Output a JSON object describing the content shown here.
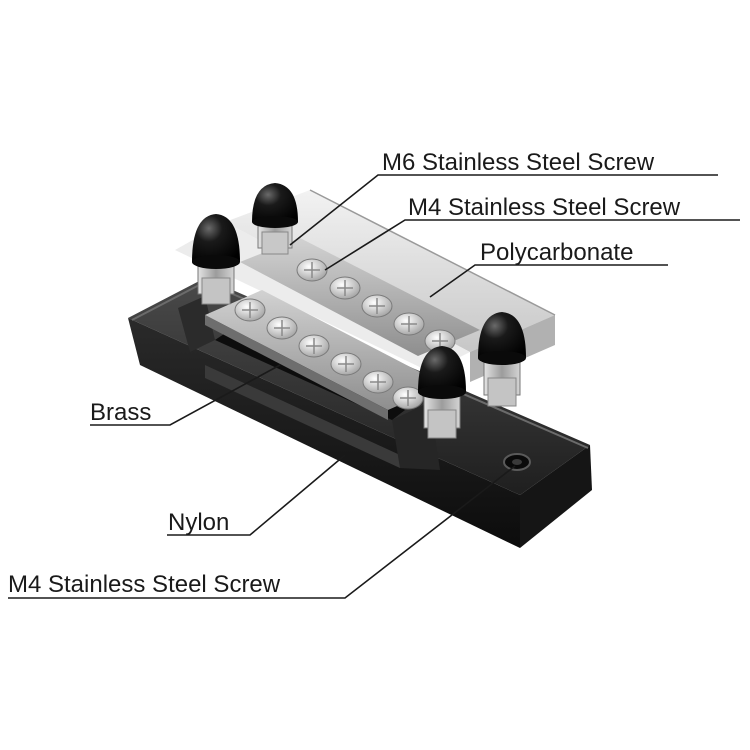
{
  "callouts": {
    "m6_screw": "M6 Stainless Steel Screw",
    "m4_screw_top": "M4 Stainless Steel Screw",
    "polycarbonate": "Polycarbonate",
    "brass": "Brass",
    "nylon": "Nylon",
    "m4_screw_bottom": "M4 Stainless Steel Screw"
  },
  "colors": {
    "nylon_base": "#1e1e1e",
    "brass_bar": "#b9b9b9",
    "polycarbonate_cover": "#dcdcdc",
    "cap": "#111111",
    "text": "#1a1a1a"
  },
  "icons": [
    "terminal-cap-icon",
    "screw-head-icon",
    "mounting-hole-icon"
  ]
}
